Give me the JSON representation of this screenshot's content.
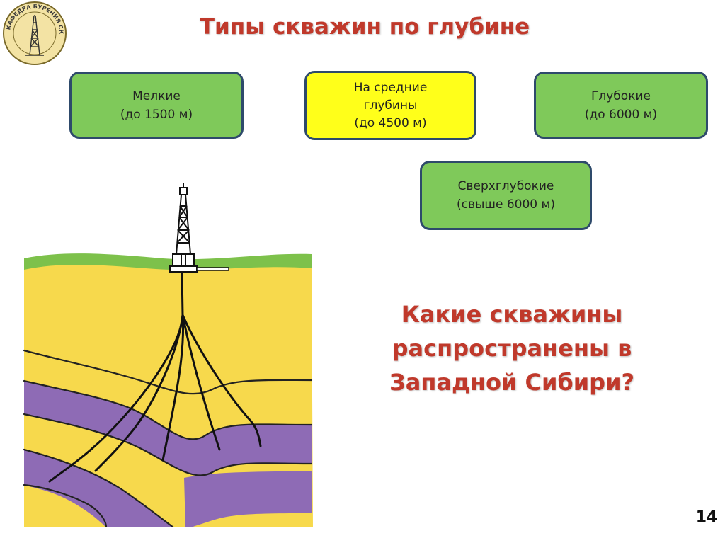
{
  "logo": {
    "text": "КАФЕДРА БУРЕНИЯ СКВАЖИН"
  },
  "title": "Типы скважин по глубине",
  "boxes": {
    "shallow": {
      "line1": "Мелкие",
      "line2": "(до 1500 м)"
    },
    "medium": {
      "line1": "На средние",
      "line2": "глубины",
      "line3": "(до 4500 м)"
    },
    "deep": {
      "line1": "Глубокие",
      "line2": "(до 6000 м)"
    },
    "ultradeep": {
      "line1": "Сверхглубокие",
      "line2": "(свыше 6000 м)"
    }
  },
  "question": {
    "line1": "Какие скважины",
    "line2": "распространены в",
    "line3": "Западной Сибири?"
  },
  "page_number": "14",
  "colors": {
    "title": "#c0392b",
    "box_green": "#7fc95a",
    "box_yellow": "#ffff1a",
    "box_border": "#2e4a6b",
    "soil": "#f7d94c",
    "layer": "#8e6bb5",
    "grass": "#7dc14b"
  }
}
